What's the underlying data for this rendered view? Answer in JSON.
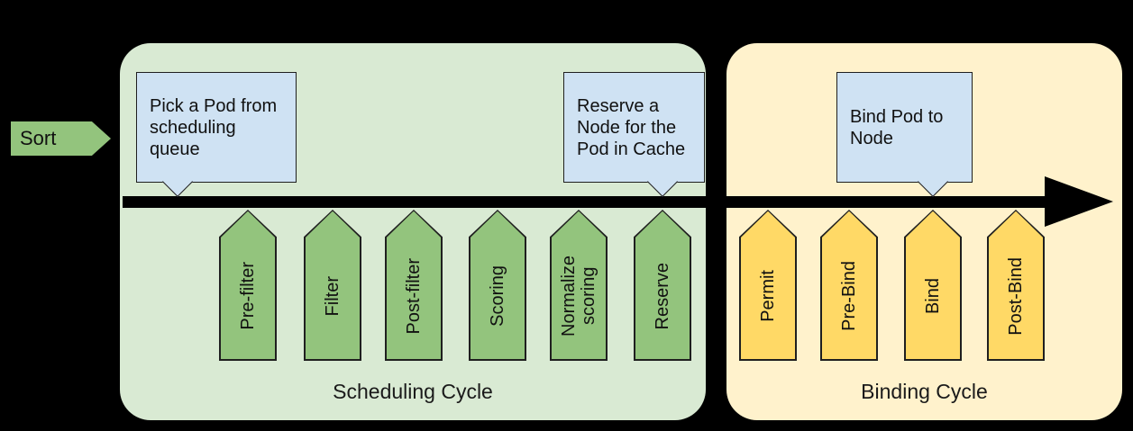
{
  "colors": {
    "background": "#000000",
    "scheduling_container": "#d9ead3",
    "scheduling_stage": "#93c47d",
    "binding_container": "#fff2cc",
    "binding_stage": "#ffd966",
    "callout": "#cfe2f3",
    "arrow": "#000000"
  },
  "sort_arrow": {
    "label": "Sort"
  },
  "scheduling_cycle": {
    "label": "Scheduling Cycle",
    "stages": [
      "Pre-filter",
      "Filter",
      "Post-filter",
      "Scoring",
      "Normalize scoring",
      "Reserve"
    ]
  },
  "binding_cycle": {
    "label": "Binding Cycle",
    "stages": [
      "Permit",
      "Pre-Bind",
      "Bind",
      "Post-Bind"
    ]
  },
  "callouts": [
    {
      "text": "Pick a Pod from scheduling queue"
    },
    {
      "text": "Reserve a Node for the Pod in Cache"
    },
    {
      "text": "Bind Pod to Node"
    }
  ]
}
